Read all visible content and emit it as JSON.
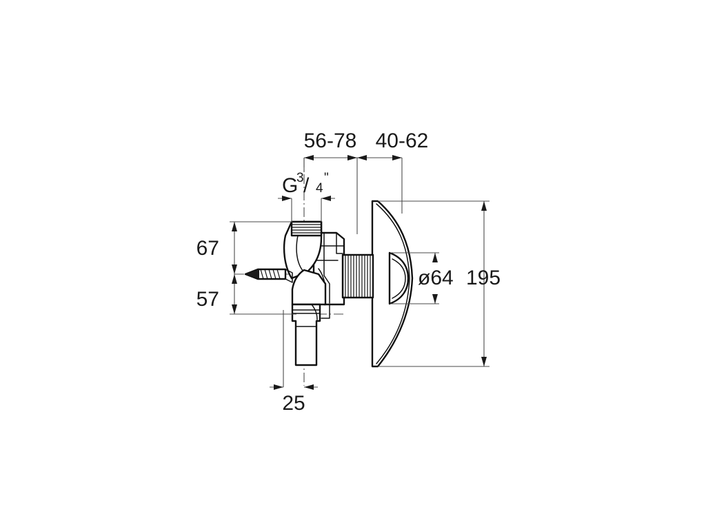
{
  "drawing": {
    "title": "Wall-mounted valve and escutcheon technical dimension drawing",
    "background_color": "#ffffff",
    "line_color": "#111111",
    "dimension_line_color": "#4a4a4a",
    "text_color": "#1a1a1a",
    "units": "mm"
  },
  "dimensions": {
    "top_left": {
      "label": "56-78",
      "value_min": 56,
      "value_max": 78,
      "orientation": "horizontal"
    },
    "top_right": {
      "label": "40-62",
      "value_min": 40,
      "value_max": 62,
      "orientation": "horizontal"
    },
    "thread_size": {
      "label_main": "G",
      "label_numerator": "3",
      "label_slash": "/",
      "label_denominator": "4",
      "label_unit": "\"",
      "label_full": "G3/4\"",
      "orientation": "horizontal"
    },
    "height_upper": {
      "label": "67",
      "value": 67,
      "orientation": "vertical"
    },
    "height_lower": {
      "label": "57",
      "value": 57,
      "orientation": "vertical"
    },
    "outlet_offset": {
      "label": "25",
      "value": 25,
      "orientation": "horizontal"
    },
    "bulge_diameter": {
      "label": "ø64",
      "value": 64,
      "symbol": "ø",
      "orientation": "vertical"
    },
    "overall_height": {
      "label": "195",
      "value": 195,
      "orientation": "vertical"
    }
  },
  "parts": [
    {
      "name": "inlet-elbow-threaded",
      "description": "Upper threaded G3/4 inlet elbow"
    },
    {
      "name": "valve-body",
      "description": "Central valve body with lever stem"
    },
    {
      "name": "threaded-shank",
      "description": "Threaded shank passing through the wall"
    },
    {
      "name": "escutcheon-cone",
      "description": "Conical wall escutcheon / cover cone"
    },
    {
      "name": "bulge-dome",
      "description": "Domed bulge on escutcheon, diameter 64"
    },
    {
      "name": "fixing-screw",
      "description": "Pointed threaded fixing screw pointing left"
    },
    {
      "name": "outlet-pipe",
      "description": "Lower outlet drain pipe"
    }
  ]
}
